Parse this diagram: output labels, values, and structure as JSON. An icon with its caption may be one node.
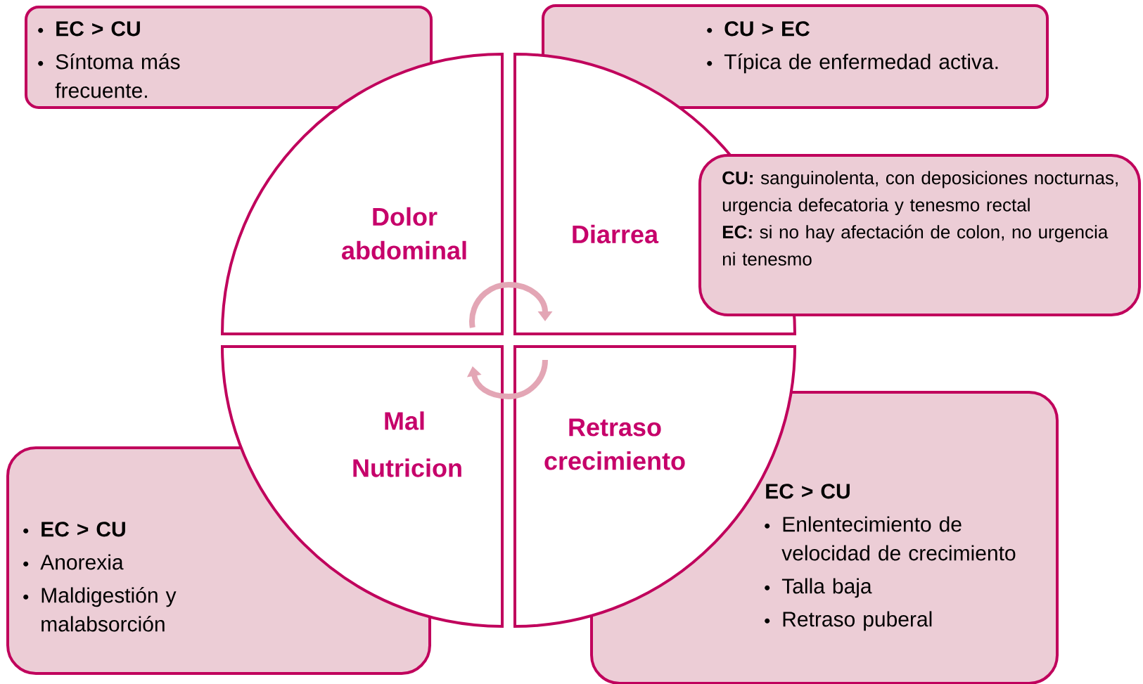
{
  "diagram": {
    "nodes": [
      {
        "text": [
          "Dolor abdominal"
        ]
      },
      {
        "text": [
          "Diarrea"
        ]
      },
      {
        "text": [
          "Mal Nutricion"
        ]
      },
      {
        "text": [
          "Retraso crecimiento"
        ]
      },
      {
        "text": [
          "EC > CU",
          "Síntoma más frecuente."
        ]
      },
      {
        "text": [
          "CU > EC",
          "Típica de enfermedad activa."
        ]
      },
      {
        "text": [
          "**CU:** sanguinolenta, con deposiciones nocturnas, urgencia defecatoria y tenesmo rectal",
          "**EC:** si no hay afectación de colon, no urgencia ni tenesmo"
        ]
      },
      {
        "text": [
          "EC > CU",
          "Anorexia",
          "Maldigestión y malabsorción"
        ]
      },
      {
        "text": [
          "EC > CU",
          "Enlentecimiento de velocidad de crecimiento",
          "Talla baja",
          "Retraso puberal"
        ]
      }
    ],
    "edges": [
      {
        "from": 0,
        "to": 1,
        "arrow": "to",
        "color": "#e3a6b5"
      },
      {
        "from": 3,
        "to": 2,
        "arrow": "to",
        "color": "#e3a6b5"
      }
    ]
  }
}
